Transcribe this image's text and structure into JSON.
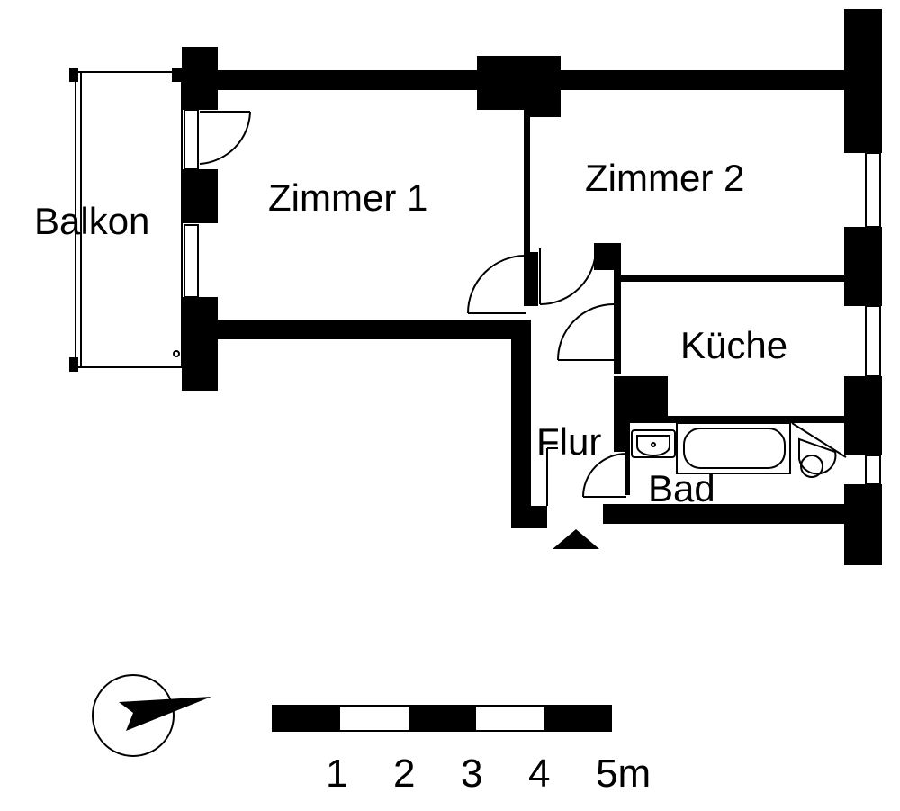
{
  "rooms": {
    "zimmer1": "Zimmer 1",
    "zimmer2": "Zimmer 2",
    "balkon": "Balkon",
    "kueche": "Küche",
    "flur": "Flur",
    "bad": "Bad"
  },
  "scale_bar": {
    "labels": [
      "1",
      "2",
      "3",
      "4",
      "5m"
    ]
  },
  "colors": {
    "wall": "#000000",
    "background": "#ffffff"
  },
  "icons": {
    "north_arrow": "north-arrow-icon",
    "entrance": "entrance-triangle-icon"
  }
}
